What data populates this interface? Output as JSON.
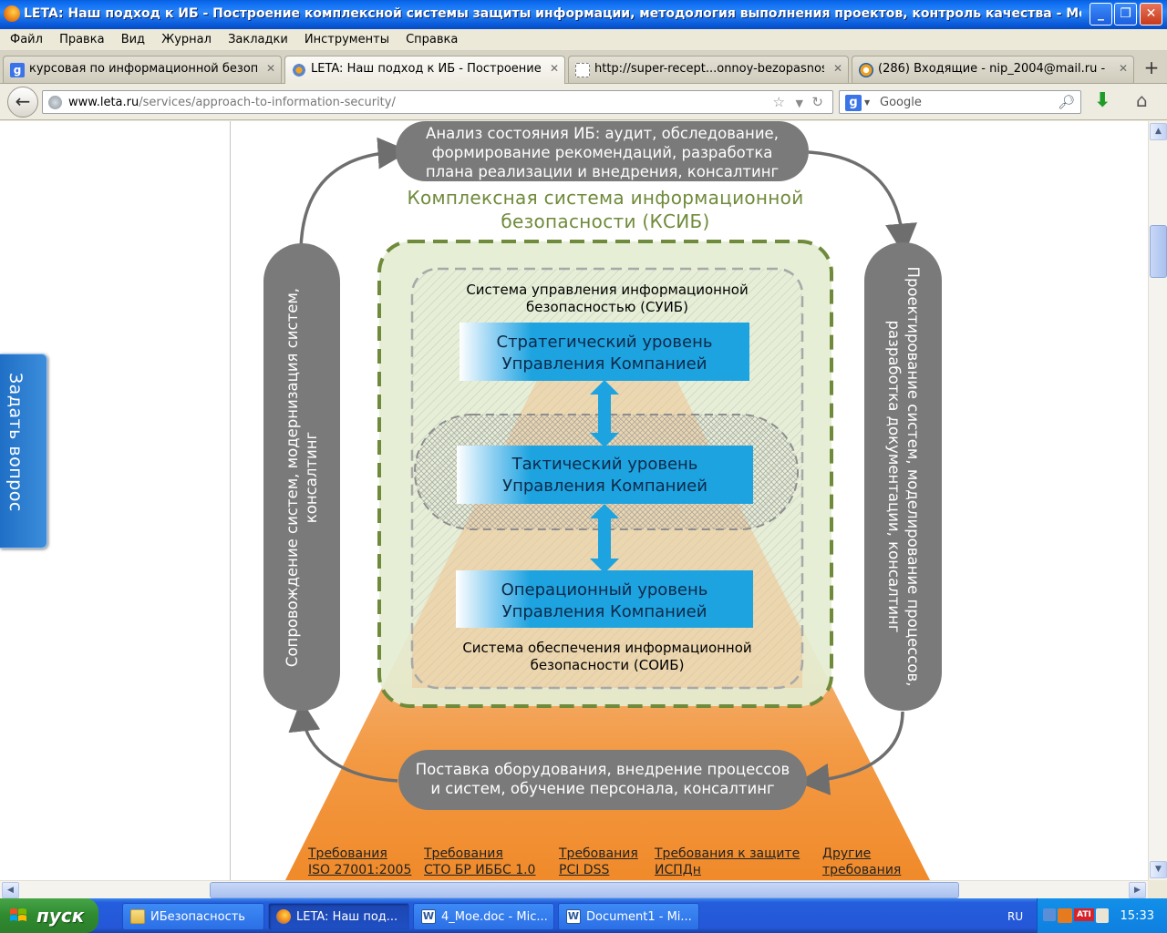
{
  "window": {
    "title": "LETA: Наш подход к ИБ - Построение комплексной системы защиты информации, методология выполнения проектов, контроль качества - Mo..."
  },
  "menu": [
    "Файл",
    "Правка",
    "Вид",
    "Журнал",
    "Закладки",
    "Инструменты",
    "Справка"
  ],
  "tabs": [
    {
      "label": "курсовая по информационной безопа...",
      "icon": "google-icon"
    },
    {
      "label": "LETA: Наш подход к ИБ - Построение ...",
      "icon": "leta-icon",
      "active": true
    },
    {
      "label": "http://super-recept...onnoy-bezopasnosti/",
      "icon": "blank-page-icon"
    },
    {
      "label": "(286) Входящие - nip_2004@mail.ru - ...",
      "icon": "mail-icon"
    }
  ],
  "nav": {
    "url_host": "www.leta.ru",
    "url_path": "/services/approach-to-information-security/",
    "search_engine": "Google",
    "search_placeholder": "Google"
  },
  "diagram": {
    "top_box": [
      "Анализ состояния ИБ: аудит, обследование,",
      "формирование рекомендаций, разработка",
      "плана реализации и внедрения, консалтинг"
    ],
    "right_box": "Проектирование систем, моделирование процессов, разработка документации, консалтинг",
    "left_box": "Сопровождение систем, модернизация систем, консалтинг",
    "bottom_box": [
      "Поставка оборудования, внедрение процессов",
      "и систем, обучение персонала, консалтинг"
    ],
    "ksib_title": [
      "Комплексная система информационной",
      "безопасности (КСИБ)"
    ],
    "suib_title": [
      "Система управления информационной",
      "безопасностью (СУИБ)"
    ],
    "soib_title": [
      "Система обеспечения информационной",
      "безопасности (СОИБ)"
    ],
    "levels": [
      [
        "Стратегический уровень",
        "Управления Компанией"
      ],
      [
        "Тактический уровень",
        "Управления Компанией"
      ],
      [
        "Операционный уровень",
        "Управления Компанией"
      ]
    ],
    "requirements": [
      [
        "Требования",
        "ISO 27001:2005"
      ],
      [
        "Требования",
        "СТО БР ИББС 1.0"
      ],
      [
        "Требования",
        "PCI DSS"
      ],
      [
        "Требования к защите",
        "ИСПДн"
      ],
      [
        "Другие",
        "требования"
      ]
    ]
  },
  "ask_button": "Задать вопрос",
  "taskbar": {
    "start": "пуск",
    "buttons": [
      {
        "label": "ИБезопасность",
        "icon": "folder-icon"
      },
      {
        "label": "LETA: Наш под...",
        "icon": "firefox-icon",
        "active": true
      },
      {
        "label": "4_Мое.doc - Mic...",
        "icon": "word-icon"
      },
      {
        "label": "Document1 - Mi...",
        "icon": "word-icon"
      }
    ],
    "lang": "RU",
    "clock": "15:33"
  },
  "colors": {
    "accent_blue": "#1DA3E0",
    "gray_box": "#7A7A7A",
    "ksib_green": "#6F8A3A",
    "pyramid_orange": "#F39A45"
  }
}
